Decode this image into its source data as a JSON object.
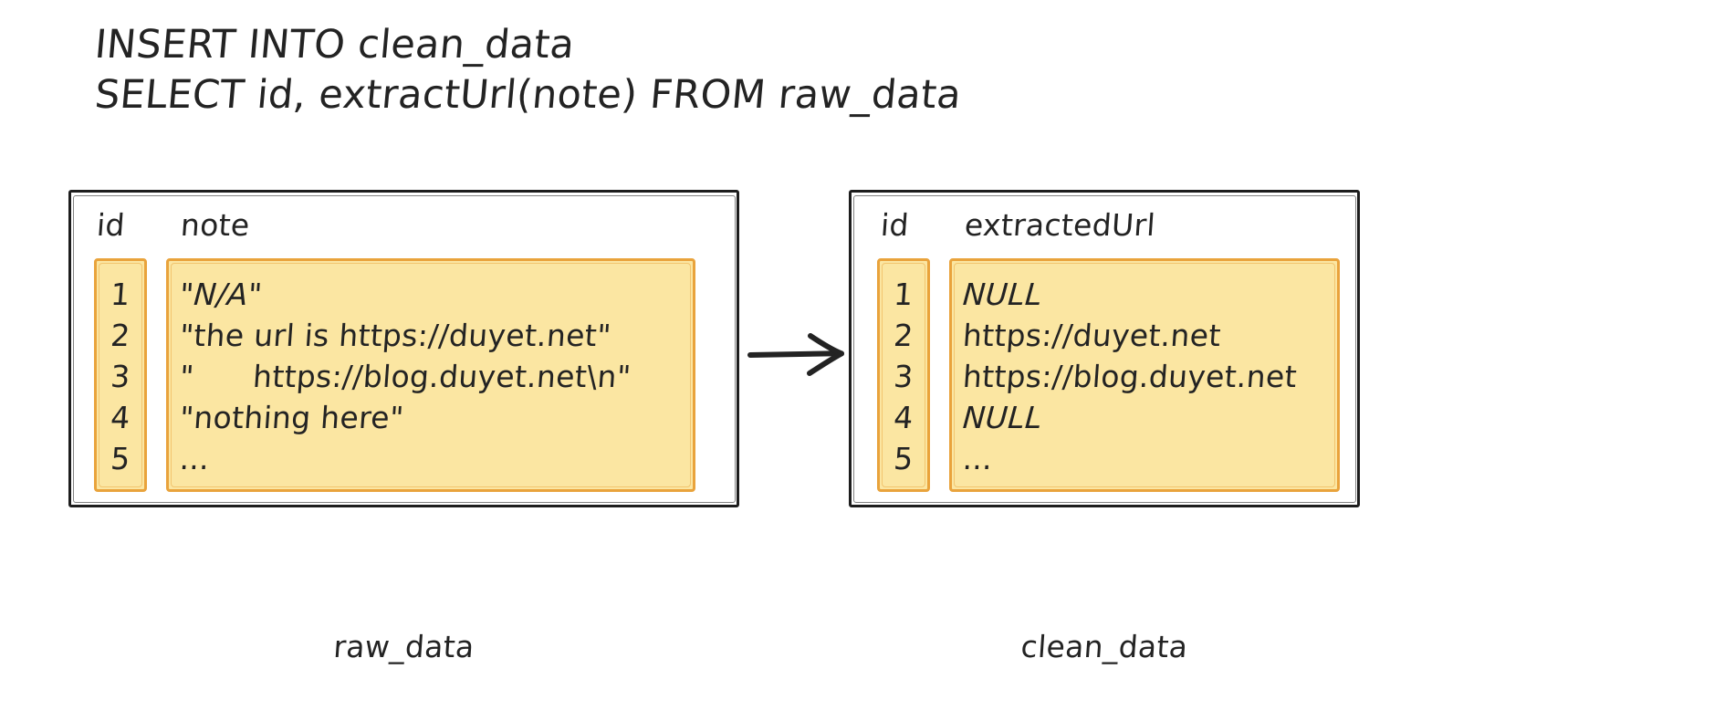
{
  "sql": {
    "line1": "INSERT INTO clean_data",
    "line2": "SELECT id, extractUrl(note) FROM raw_data"
  },
  "colors": {
    "ink": "#232323",
    "frame_border": "#1d1d1d",
    "highlight_fill": "#FBE6A2",
    "highlight_border": "#E9A33C",
    "page_background": "#ffffff"
  },
  "arrow": {
    "icon": "arrow-right-icon",
    "direction": "right"
  },
  "raw_table": {
    "caption": "raw_data",
    "headers": {
      "id": "id",
      "value": "note"
    },
    "ids": [
      "1",
      "2",
      "3",
      "4",
      "5"
    ],
    "values": [
      "\"N/A\"",
      "\"the url is https://duyet.net\"",
      "\"      https://blog.duyet.net\\n\"",
      "\"nothing here\"",
      "..."
    ]
  },
  "clean_table": {
    "caption": "clean_data",
    "headers": {
      "id": "id",
      "value": "extractedUrl"
    },
    "ids": [
      "1",
      "2",
      "3",
      "4",
      "5"
    ],
    "values": [
      "NULL",
      "https://duyet.net",
      "https://blog.duyet.net",
      "NULL",
      "..."
    ]
  }
}
